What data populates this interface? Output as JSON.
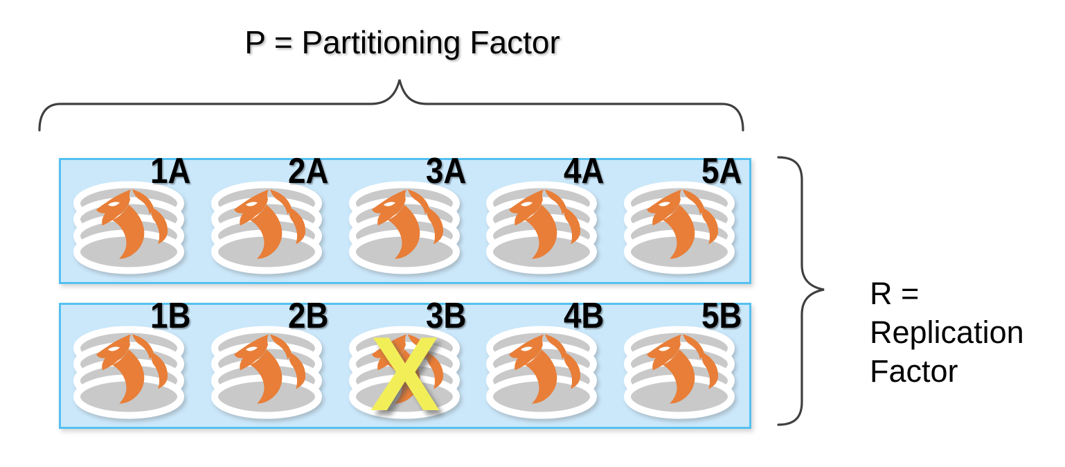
{
  "title": "P = Partitioning Factor",
  "replication": {
    "lines": [
      "R =",
      "Replication",
      "Factor"
    ]
  },
  "rows": [
    {
      "id": "A",
      "nodes": [
        {
          "label": "1A",
          "failed": false
        },
        {
          "label": "2A",
          "failed": false
        },
        {
          "label": "3A",
          "failed": false
        },
        {
          "label": "4A",
          "failed": false
        },
        {
          "label": "5A",
          "failed": false
        }
      ]
    },
    {
      "id": "B",
      "nodes": [
        {
          "label": "1B",
          "failed": false
        },
        {
          "label": "2B",
          "failed": false
        },
        {
          "label": "3B",
          "failed": true
        },
        {
          "label": "4B",
          "failed": false
        },
        {
          "label": "5B",
          "failed": false
        }
      ]
    }
  ],
  "failure_glyph": "X",
  "icons": [
    "database-dragon-icon",
    "failure-x-mark"
  ],
  "colors": {
    "box-fill": "#cbe8fb",
    "box-border": "#54c0f0",
    "disk-gray": "#c9c9c9",
    "orange": "#e87e38",
    "x-yellow": "#f2ee58",
    "brace-color": "#3f3f3f"
  }
}
